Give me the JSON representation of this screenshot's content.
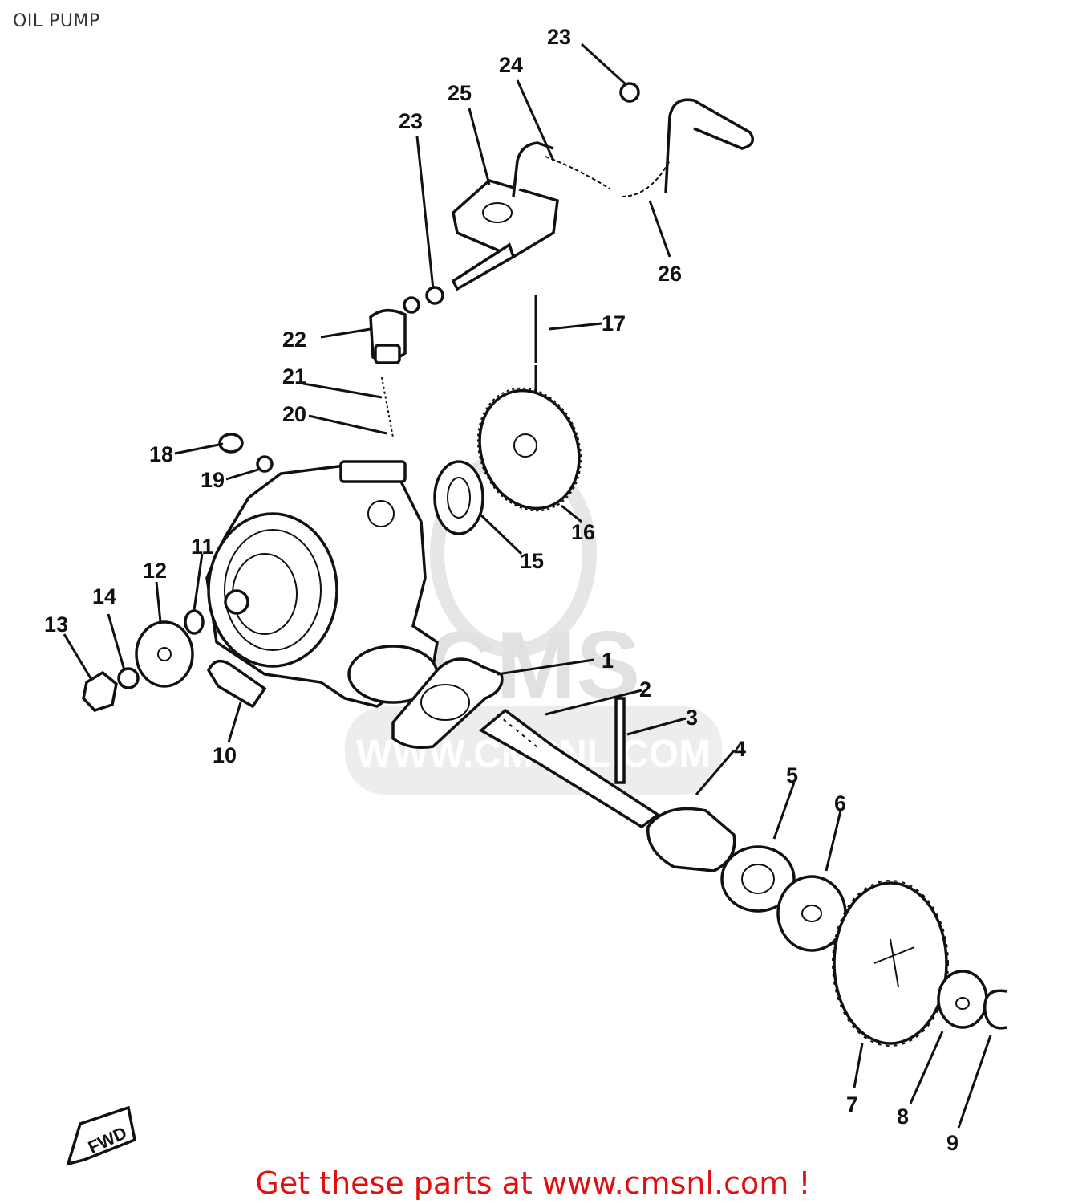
{
  "title": "OIL PUMP",
  "watermark": {
    "brand": "CMS",
    "site": "WWW.CMSNL.COM"
  },
  "fwd_marker": "FWD",
  "callouts": [
    "1",
    "2",
    "3",
    "4",
    "5",
    "6",
    "7",
    "8",
    "9",
    "10",
    "11",
    "12",
    "13",
    "14",
    "15",
    "16",
    "17",
    "18",
    "19",
    "20",
    "21",
    "22",
    "23",
    "23",
    "24",
    "25",
    "26"
  ],
  "footer": "Get these parts at www.cmsnl.com !",
  "colors": {
    "footer": "#e01010",
    "lines": "#111111",
    "watermark": "#dedede"
  }
}
